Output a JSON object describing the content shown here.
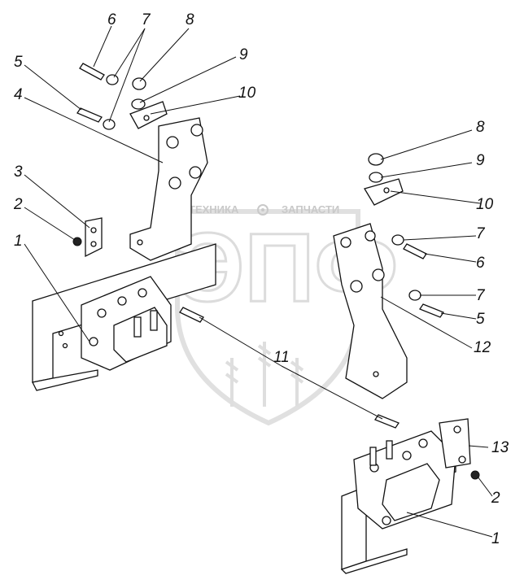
{
  "watermark": {
    "left_text": "ТЕХНИКА",
    "right_text": "ЗАПЧАСТИ",
    "logo_text": "ЭПФ",
    "gear_icon": "gear-icon",
    "colors": {
      "mark": "#d6d6d6"
    }
  },
  "callouts": [
    {
      "id": "c6a",
      "label": "6"
    },
    {
      "id": "c7a",
      "label": "7"
    },
    {
      "id": "c8a",
      "label": "8"
    },
    {
      "id": "c9a",
      "label": "9"
    },
    {
      "id": "c10a",
      "label": "10"
    },
    {
      "id": "c5a",
      "label": "5"
    },
    {
      "id": "c4",
      "label": "4"
    },
    {
      "id": "c3",
      "label": "3"
    },
    {
      "id": "c2a",
      "label": "2"
    },
    {
      "id": "c1a",
      "label": "1"
    },
    {
      "id": "c8b",
      "label": "8"
    },
    {
      "id": "c9b",
      "label": "9"
    },
    {
      "id": "c10b",
      "label": "10"
    },
    {
      "id": "c7b",
      "label": "7"
    },
    {
      "id": "c6b",
      "label": "6"
    },
    {
      "id": "c7c",
      "label": "7"
    },
    {
      "id": "c5b",
      "label": "5"
    },
    {
      "id": "c12",
      "label": "12"
    },
    {
      "id": "c11",
      "label": "11"
    },
    {
      "id": "c13",
      "label": "13"
    },
    {
      "id": "c2b",
      "label": "2"
    },
    {
      "id": "c1b",
      "label": "1"
    }
  ]
}
